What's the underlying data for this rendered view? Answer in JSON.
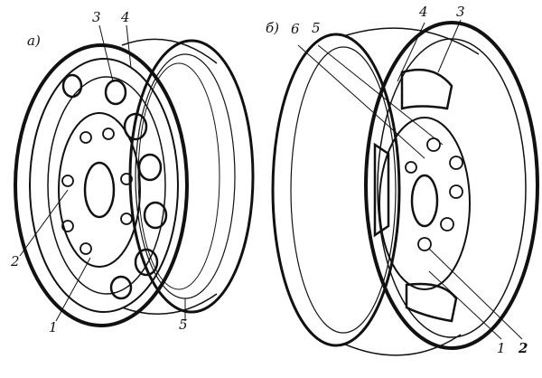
{
  "figure_a": {
    "panel_label": "а)",
    "labels": [
      "3",
      "4",
      "2",
      "1",
      "5"
    ]
  },
  "figure_b": {
    "panel_label": "б)",
    "labels": [
      "6",
      "5",
      "4",
      "3",
      "1",
      "2"
    ]
  },
  "colors": {
    "ink": "#111111",
    "paper": "#ffffff"
  }
}
